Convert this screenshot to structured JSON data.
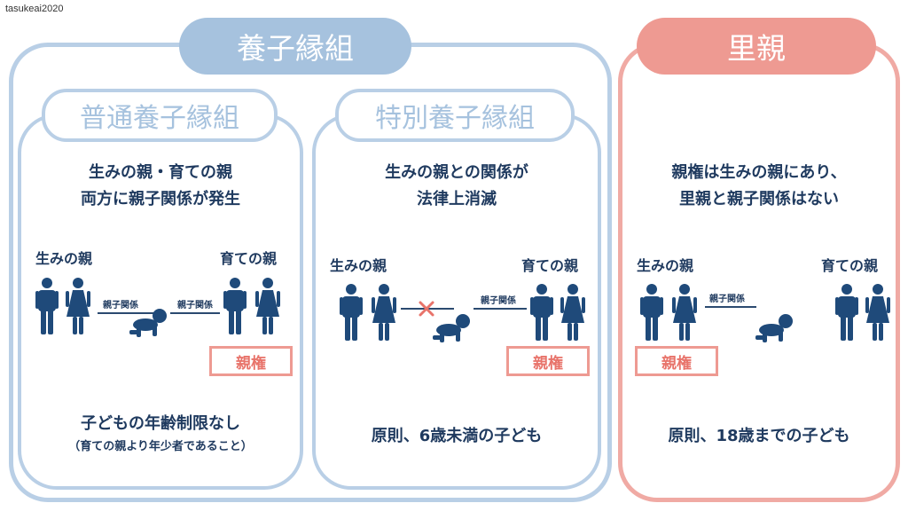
{
  "watermark": "tasukeai2020",
  "adoption": {
    "title": "養子縁組",
    "ordinary": {
      "title": "普通養子縁組",
      "desc_lines": [
        "生みの親・育ての親",
        "両方に親子関係が発生"
      ],
      "birth_parents_label": "生みの親",
      "foster_parents_label": "育ての親",
      "relation_label_left": "親子関係",
      "relation_label_right": "親子関係",
      "custody_badge": "親権",
      "footer": "子どもの年齢制限なし",
      "footer_note": "（育ての親より年少者であること）"
    },
    "special": {
      "title": "特別養子縁組",
      "desc_lines": [
        "生みの親との関係が",
        "法律上消滅"
      ],
      "birth_parents_label": "生みの親",
      "foster_parents_label": "育ての親",
      "relation_label_right": "親子関係",
      "custody_badge": "親権",
      "footer": "原則、6歳未満の子ども"
    }
  },
  "foster": {
    "title": "里親",
    "desc_lines": [
      "親権は生みの親にあり、",
      "里親と親子関係はない"
    ],
    "birth_parents_label": "生みの親",
    "foster_parents_label": "育ての親",
    "relation_label": "親子関係",
    "custody_badge": "親権",
    "footer": "原則、18歳までの子ども"
  },
  "colors": {
    "navy": "#1f4a7a",
    "light_blue": "#a6c2de",
    "blue_border": "#b9cfe6",
    "salmon": "#ee9a92",
    "salmon_text": "#e8736a",
    "cross": "#e8736a"
  },
  "icons": [
    "man-icon",
    "woman-icon",
    "baby-icon",
    "cross-icon"
  ]
}
